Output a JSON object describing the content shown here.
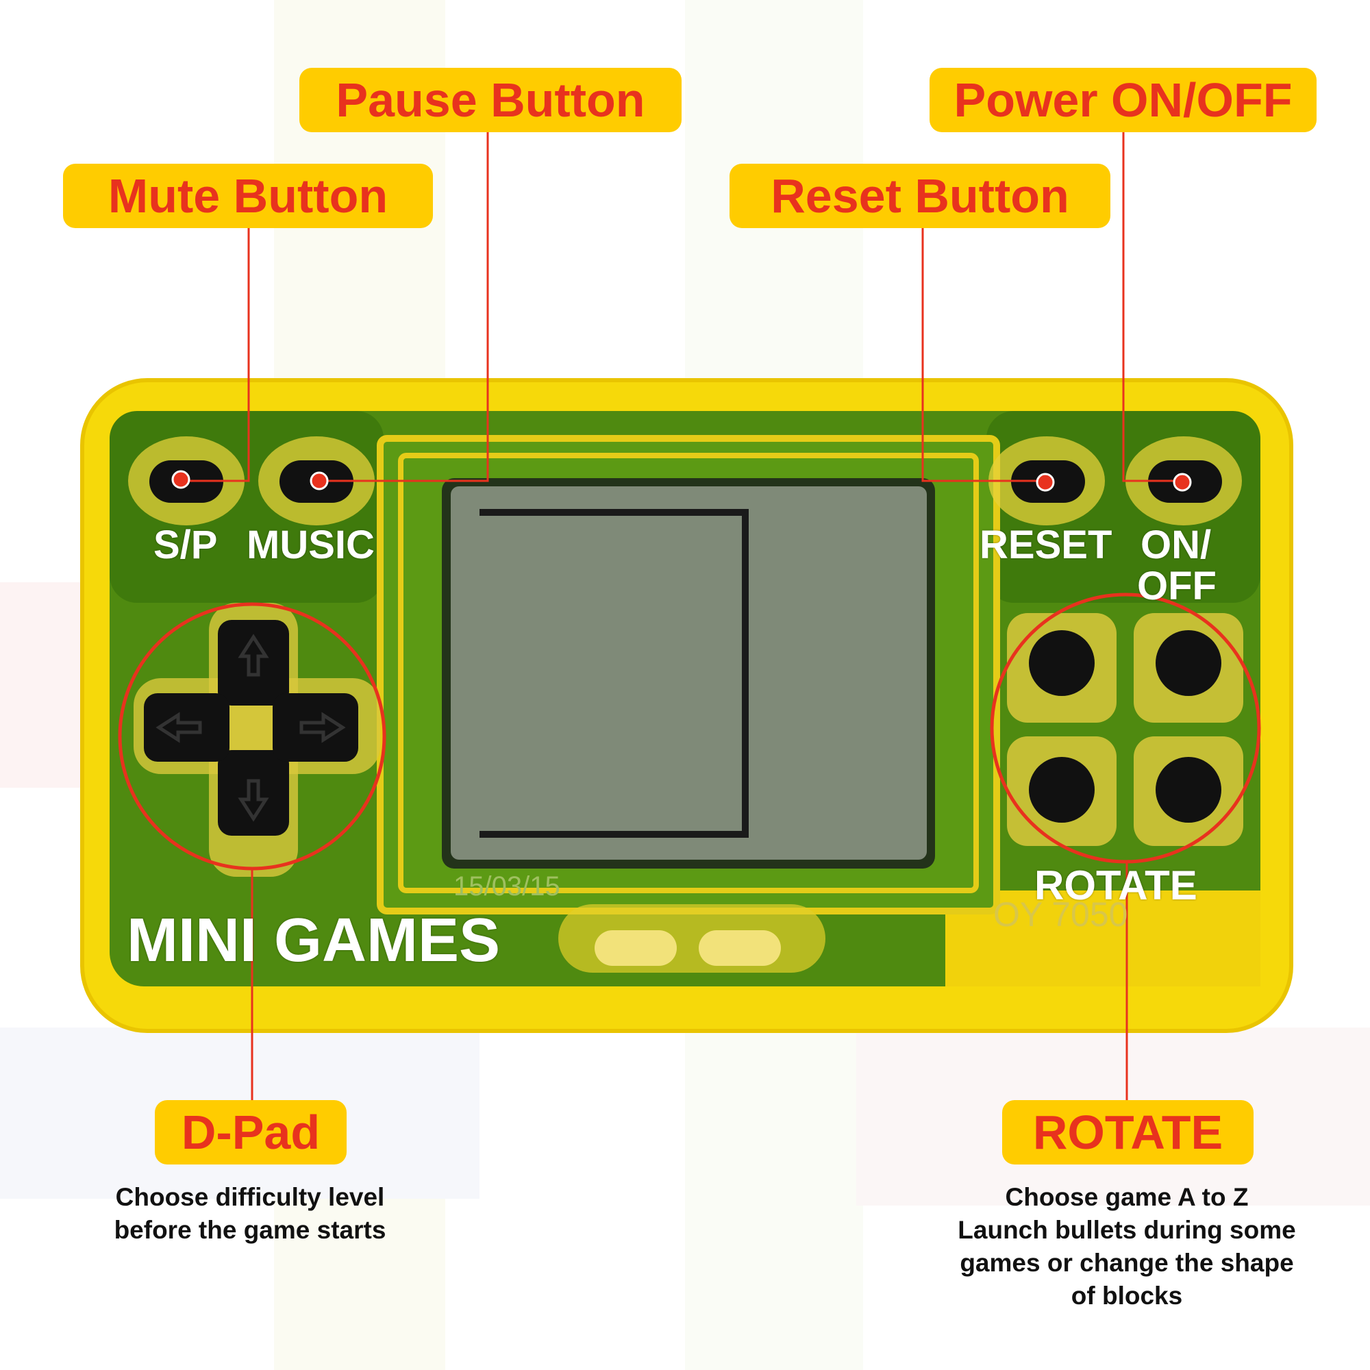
{
  "colors": {
    "label_bg": "#ffcc00",
    "label_text": "#e8321e",
    "callout_line": "#e8321e",
    "device_shell": "#f6d90a",
    "board": "#4f8a10",
    "screen": "#7f8a78",
    "button": "#111111"
  },
  "callouts": {
    "pause": "Pause Button",
    "power": "Power ON/OFF",
    "mute": "Mute Button",
    "reset": "Reset Button",
    "dpad": "D-Pad",
    "rotate": "ROTATE"
  },
  "descriptions": {
    "dpad": [
      "Choose difficulty level",
      "before the game starts"
    ],
    "rotate": [
      "Choose game A to Z",
      "Launch bullets during some",
      "games or change the shape",
      "of blocks"
    ]
  },
  "device": {
    "sp_label": "S/P",
    "music_label": "MUSIC",
    "reset_label": "RESET",
    "onoff_label_1": "ON/",
    "onoff_label_2": "OFF",
    "rotate_label": "ROTATE",
    "brand_label": "MINI GAMES",
    "faint_code_left": "15/03/15",
    "faint_code_right": "OY 7050"
  },
  "icons": {
    "dpad_up": "arrow-up-icon",
    "dpad_down": "arrow-down-icon",
    "dpad_left": "arrow-left-icon",
    "dpad_right": "arrow-right-icon"
  }
}
